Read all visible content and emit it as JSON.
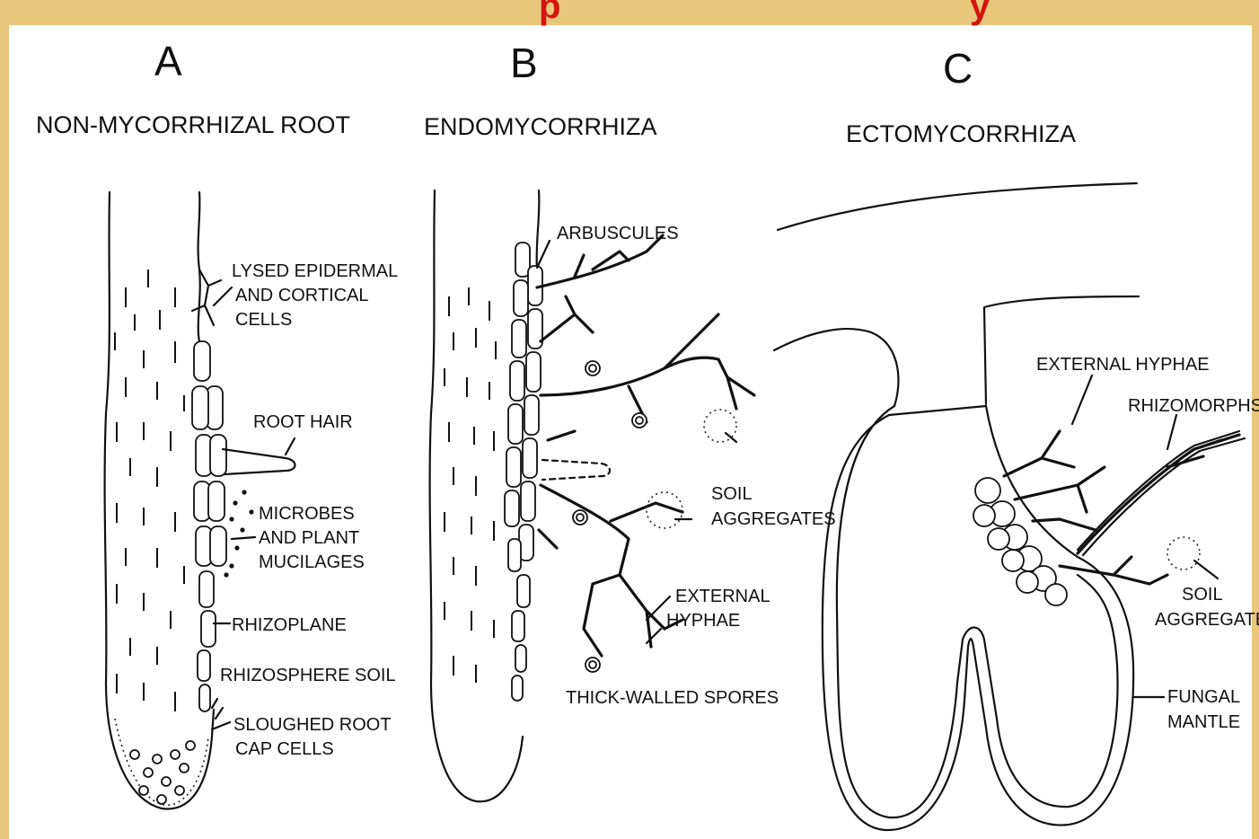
{
  "page": {
    "title_fragment": "p",
    "title_fragment_right": "y"
  },
  "panels": {
    "a": {
      "letter": "A",
      "title": "NON-MYCORRHIZAL ROOT",
      "labels": {
        "lysed_1": "LYSED EPIDERMAL",
        "lysed_2": "AND CORTICAL",
        "lysed_3": "CELLS",
        "root_hair": "ROOT HAIR",
        "microbes_1": "MICROBES",
        "microbes_2": "AND PLANT",
        "microbes_3": "MUCILAGES",
        "rhizoplane": "RHIZOPLANE",
        "rhizosphere": "RHIZOSPHERE SOIL",
        "sloughed_1": "SLOUGHED ROOT",
        "sloughed_2": "CAP CELLS"
      }
    },
    "b": {
      "letter": "B",
      "title": "ENDOMYCORRHIZA",
      "labels": {
        "arbuscules": "ARBUSCULES",
        "soil_1": "SOIL",
        "soil_2": "AGGREGATES",
        "external_1": "EXTERNAL",
        "external_2": "HYPHAE",
        "spores": "THICK-WALLED SPORES"
      }
    },
    "c": {
      "letter": "C",
      "title": "ECTOMYCORRHIZA",
      "labels": {
        "external_hyphae": "EXTERNAL HYPHAE",
        "rhizomorphs": "RHIZOMORPHS",
        "soil_1": "SOIL",
        "soil_2": "AGGREGATES",
        "mantle_1": "FUNGAL",
        "mantle_2": "MANTLE"
      }
    }
  },
  "colors": {
    "background": "#e8c77a",
    "paper": "#ffffff",
    "ink": "#111111",
    "title_red": "#d4140f"
  }
}
